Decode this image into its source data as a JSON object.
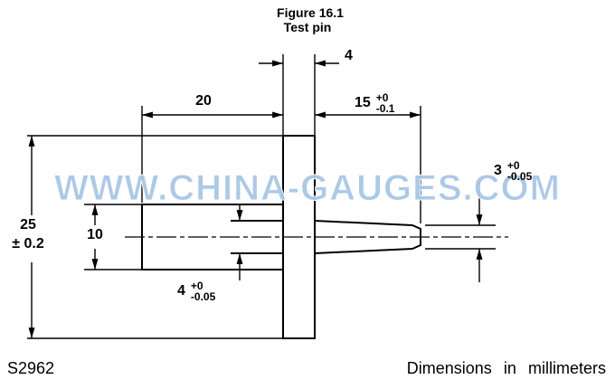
{
  "title": {
    "line1": "Figure 16.1",
    "line2": "Test pin"
  },
  "watermark": "WWW.CHINA-GAUGES.COM",
  "dimensions": {
    "flange_thickness": {
      "value": "4"
    },
    "body_length": {
      "value": "20"
    },
    "pin_length": {
      "value": "15",
      "tol_plus": "+0",
      "tol_minus": "-0.1"
    },
    "flange_diameter": {
      "value": "25",
      "tolerance": "± 0.2"
    },
    "body_diameter": {
      "value": "10"
    },
    "pin_base_diameter": {
      "value": "4",
      "tol_plus": "+0",
      "tol_minus": "-0.05"
    },
    "pin_tip_diameter": {
      "value": "3",
      "tol_plus": "+0",
      "tol_minus": "-0.05"
    }
  },
  "footer": {
    "code": "S2962",
    "note": "Dimensions in millimeters"
  },
  "colors": {
    "line": "#000000",
    "watermark_fill": "#9cc0e4",
    "background": "#ffffff"
  }
}
